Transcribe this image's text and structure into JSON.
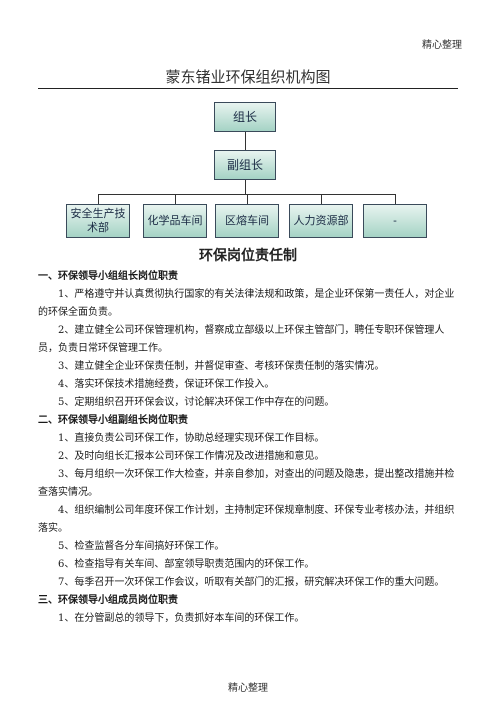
{
  "header_note": "精心整理",
  "title": "蒙东锗业环保组织机构图",
  "org": {
    "leader": "组长",
    "vice_leader": "副组长",
    "departments": [
      "安全生产技术部",
      "化学品车间",
      "区熔车间",
      "人力资源部",
      "-"
    ]
  },
  "doc_title": "环保岗位责任制",
  "sections": [
    {
      "heading": "一、环保领导小组组长岗位职责",
      "items": [
        "1、严格遵守并认真贯彻执行国家的有关法律法规和政策，是企业环保第一责任人，对企业的环保全面负责。",
        "2、建立健全公司环保管理机构，督察成立部级以上环保主管部门，聘任专职环保管理人员，负责日常环保管理工作。",
        "3、建立健全企业环保责任制，并督促审查、考核环保责任制的落实情况。",
        "4、落实环保技术措施经费，保证环保工作投入。",
        "5、定期组织召开环保会议，讨论解决环保工作中存在的问题。"
      ]
    },
    {
      "heading": "二、环保领导小组副组长岗位职责",
      "items": [
        "1、直接负责公司环保工作，协助总经理实现环保工作目标。",
        "2、及时向组长汇报本公司环保工作情况及改进措施和意见。",
        "3、每月组织一次环保工作大检查，并亲自参加，对查出的问题及隐患，提出整改措施并检查落实情况。",
        "4、组织编制公司年度环保工作计划，主持制定环保规章制度、环保专业考核办法，并组织落实。",
        "5、检查监督各分车间搞好环保工作。",
        "6、检查指导有关车间、部室领导职责范围内的环保工作。",
        "7、每季召开一次环保工作会议，听取有关部门的汇报，研究解决环保工作的重大问题。"
      ]
    },
    {
      "heading": "三、环保领导小组成员岗位职责",
      "items": [
        "1、在分管副总的领导下，负责抓好本车间的环保工作。"
      ]
    }
  ],
  "footer_note": "精心整理"
}
